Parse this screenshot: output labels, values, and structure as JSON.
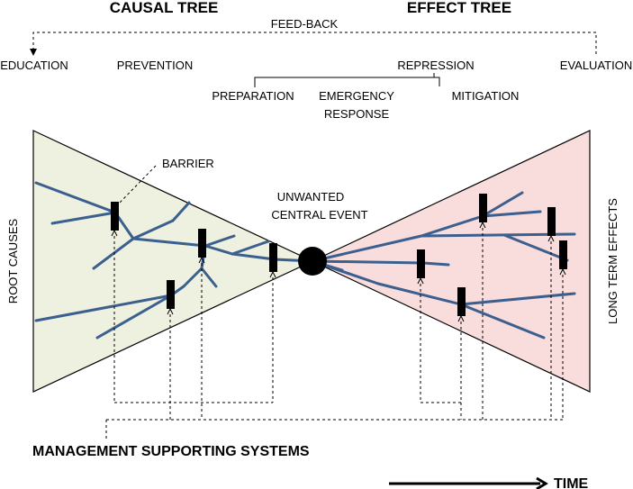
{
  "titles": {
    "causal_tree": "CAUSAL TREE",
    "effect_tree": "EFFECT TREE"
  },
  "feedback": "FEED-BACK",
  "stages": {
    "education": "EDUCATION",
    "prevention": "PREVENTION",
    "repression": "REPRESSION",
    "evaluation": "EVALUATION",
    "preparation": "PREPARATION",
    "emergency_line1": "EMERGENCY",
    "emergency_line2": "RESPONSE",
    "mitigation": "MITIGATION"
  },
  "labels": {
    "barrier": "BARRIER",
    "central_event_line1": "UNWANTED",
    "central_event_line2": "CENTRAL EVENT",
    "root_causes": "ROOT CAUSES",
    "long_term_effects": "LONG TERM EFFECTS",
    "management": "MANAGEMENT SUPPORTING SYSTEMS",
    "time": "TIME"
  },
  "colors": {
    "causal_fill": "#eef0e0",
    "effect_fill": "#f9dcdc",
    "branch": "#3b5f8f"
  }
}
